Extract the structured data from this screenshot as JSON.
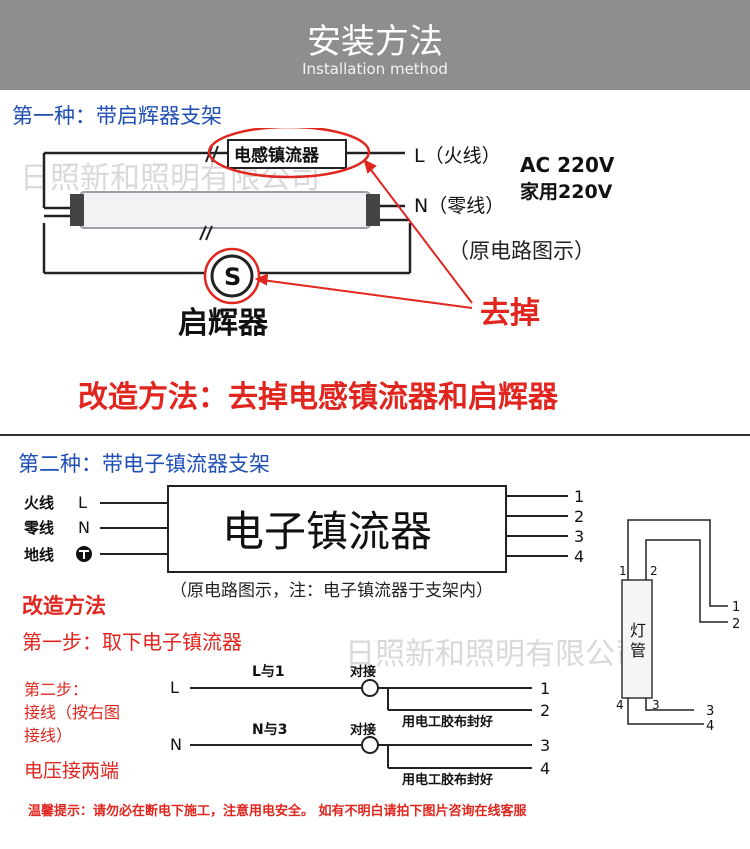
{
  "header": {
    "title": "安装方法",
    "subtitle": "Installation method"
  },
  "watermark": "日照新和照明有限公司",
  "section1": {
    "title": "第一种：带启辉器支架",
    "ballast_label": "电感镇流器",
    "live_label": "L（火线）",
    "neutral_label": "N（零线）",
    "ac_line1": "AC  220V",
    "ac_line2": "家用220V",
    "original_circuit": "（原电路图示）",
    "starter_symbol": "S",
    "starter_label": "启辉器",
    "remove_label": "去掉",
    "method": "改造方法：去掉电感镇流器和启辉器",
    "colors": {
      "accent_blue": "#1f4fb4",
      "accent_red": "#e0261f",
      "header_gray": "#8e8e8e"
    }
  },
  "section2": {
    "title": "第二种：带电子镇流器支架",
    "input_labels": [
      {
        "name": "火线",
        "symbol": "L"
      },
      {
        "name": "零线",
        "symbol": "N"
      },
      {
        "name": "地线",
        "symbol": ""
      }
    ],
    "ballast_label": "电子镇流器",
    "outputs": [
      "1",
      "2",
      "3",
      "4"
    ],
    "note": "（原电路图示，注：电子镇流器于支架内）",
    "method_title": "改造方法",
    "step1": "第一步：取下电子镇流器",
    "step2_lines": [
      "第二步：",
      "接线（按右图",
      "接线）"
    ],
    "voltage_note": "电压接两端",
    "wiring": {
      "row1": {
        "input": "L",
        "pair": "L与1",
        "join": "对接",
        "tape": "用电工胶布封好",
        "out_a": "1",
        "out_b": "2"
      },
      "row2": {
        "input": "N",
        "pair": "N与3",
        "join": "对接",
        "tape": "用电工胶布封好",
        "out_a": "3",
        "out_b": "4"
      }
    },
    "lamp": {
      "label_line1": "灯",
      "label_line2": "管",
      "pins": [
        "1",
        "2",
        "3",
        "4"
      ]
    }
  },
  "footer": {
    "warning": "温馨提示：请勿必在断电下施工，注意用电安全。 如有不明白请拍下图片咨询在线客服"
  }
}
